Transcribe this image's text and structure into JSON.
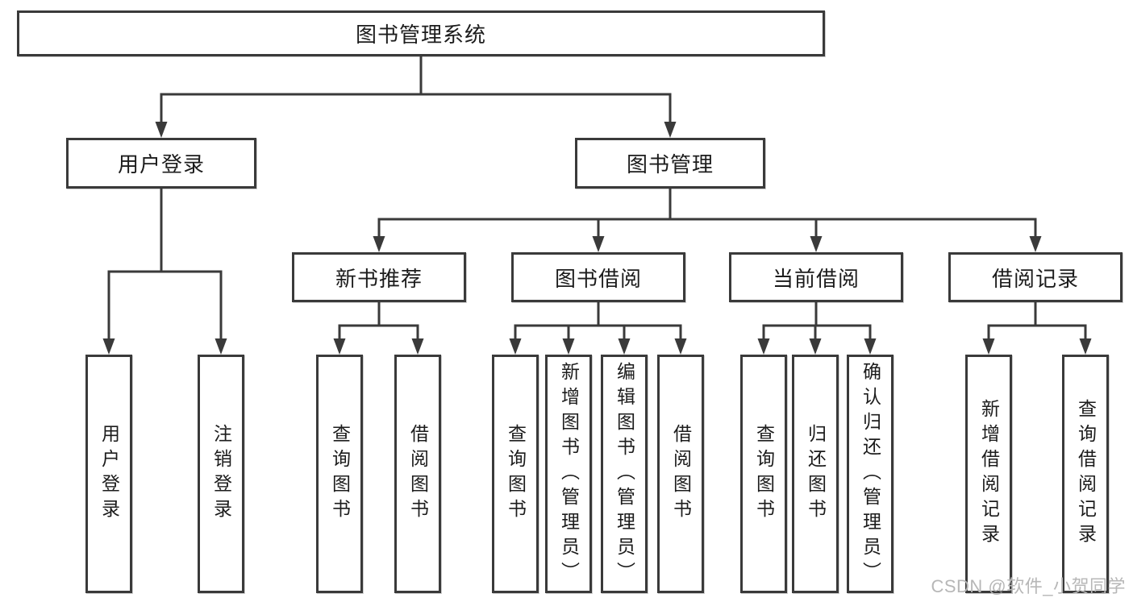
{
  "diagram": {
    "root": {
      "label": "图书管理系统"
    },
    "level2": [
      {
        "label": "用户登录"
      },
      {
        "label": "图书管理"
      }
    ],
    "level3": [
      {
        "label": "新书推荐"
      },
      {
        "label": "图书借阅"
      },
      {
        "label": "当前借阅"
      },
      {
        "label": "借阅记录"
      }
    ],
    "leaves": {
      "user": [
        {
          "label": "用户登录"
        },
        {
          "label": "注销登录"
        }
      ],
      "newbook": [
        {
          "label": "查询图书"
        },
        {
          "label": "借阅图书"
        }
      ],
      "borrow": [
        {
          "label": "查询图书"
        },
        {
          "label": "新增图书（管理员）"
        },
        {
          "label": "编辑图书（管理员）"
        },
        {
          "label": "借阅图书"
        }
      ],
      "current": [
        {
          "label": "查询图书"
        },
        {
          "label": "归还图书"
        },
        {
          "label": "确认归还（管理员）"
        }
      ],
      "record": [
        {
          "label": "新增借阅记录"
        },
        {
          "label": "查询借阅记录"
        }
      ]
    }
  },
  "watermark": {
    "text": "CSDN @软件_小贺同学"
  },
  "colors": {
    "line": "#3a3a3a",
    "box_border": "#3a3a3a",
    "text": "#1c1c1c",
    "watermark": "#b7b7b7",
    "background": "#ffffff"
  }
}
